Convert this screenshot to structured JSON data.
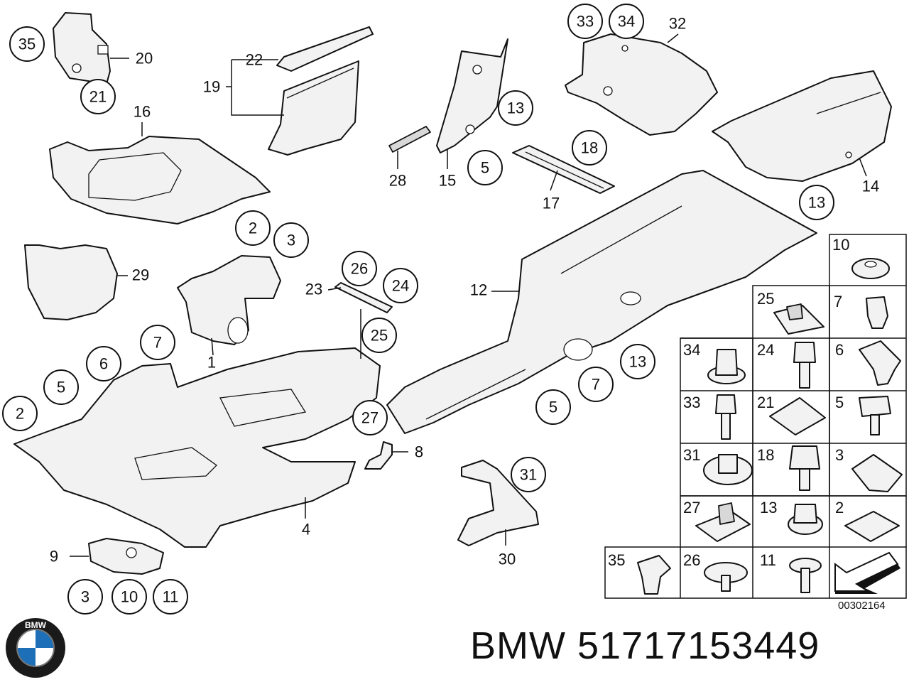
{
  "document_number": "00302164",
  "caption": "BMW 51717153449",
  "logo_text": "BMW",
  "callouts": {
    "c1": "1",
    "c2": "2",
    "c3": "3",
    "c4": "4",
    "c5": "5",
    "c6": "6",
    "c7": "7",
    "c8": "8",
    "c9": "9",
    "c10": "10",
    "c11": "11",
    "c12": "12",
    "c13": "13",
    "c14": "14",
    "c15": "15",
    "c16": "16",
    "c17": "17",
    "c18": "18",
    "c19": "19",
    "c20": "20",
    "c21": "21",
    "c22": "22",
    "c23": "23",
    "c24": "24",
    "c25": "25",
    "c26": "26",
    "c27": "27",
    "c28": "28",
    "c29": "29",
    "c30": "30",
    "c31": "31",
    "c32": "32",
    "c33": "33",
    "c34": "34",
    "c35": "35"
  },
  "hardware_grid": [
    [
      "10"
    ],
    [
      "25",
      "7"
    ],
    [
      "34",
      "24",
      "6"
    ],
    [
      "33",
      "21",
      "5"
    ],
    [
      "31",
      "18",
      "3"
    ],
    [
      "27",
      "13",
      "2"
    ],
    [
      "35",
      "26",
      "11",
      ""
    ]
  ]
}
